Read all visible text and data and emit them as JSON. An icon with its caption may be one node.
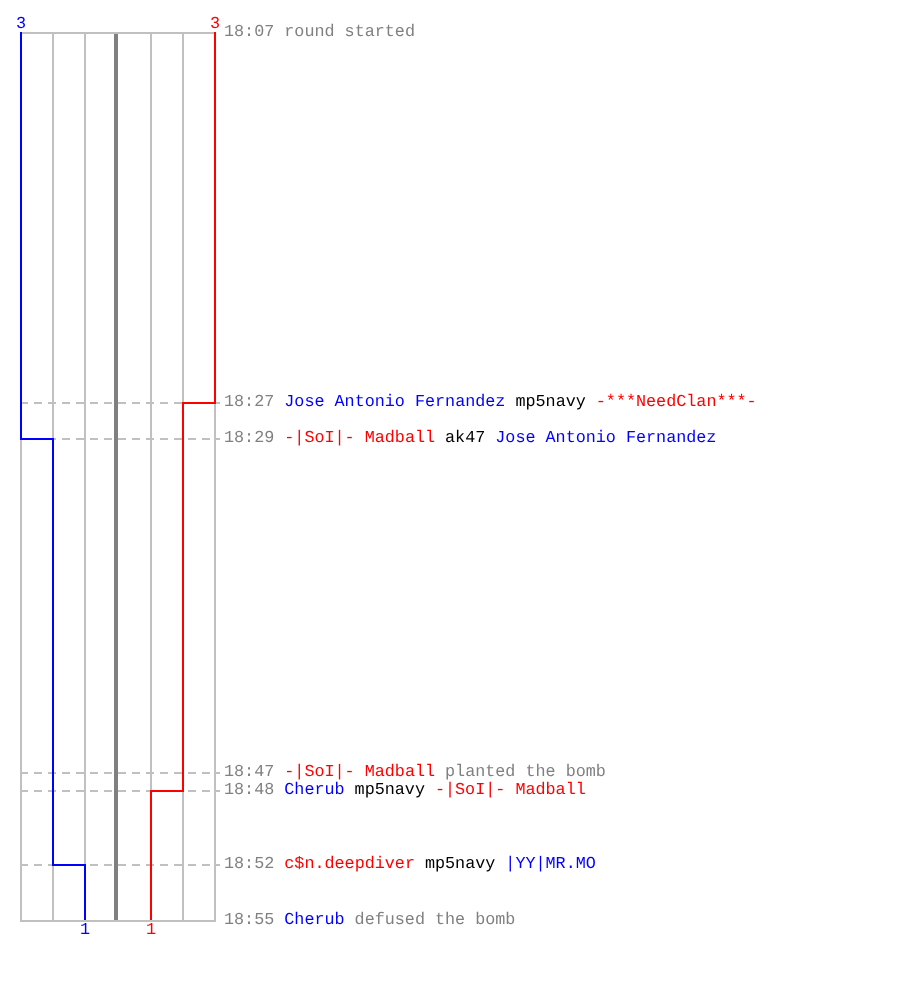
{
  "diagram": {
    "labels": [
      "3",
      "3",
      "18:07",
      "round started",
      "18:27",
      "Jose Antonio Fernandez",
      "mp5navy",
      "-***NeedClan***-",
      "18:29",
      "-|SoI|- Madball",
      "ak47",
      "Jose Antonio Fernandez",
      "18:47",
      "-|SoI|- Madball",
      "planted the bomb",
      "18:48",
      "Cherub",
      "mp5navy",
      "-|SoI|- Madball",
      "18:52",
      "c$n.deepdiver",
      "mp5navy",
      "|YY|MR.MO",
      "18:55",
      "Cherub",
      "defused the bomb",
      "1",
      "1"
    ]
  }
}
